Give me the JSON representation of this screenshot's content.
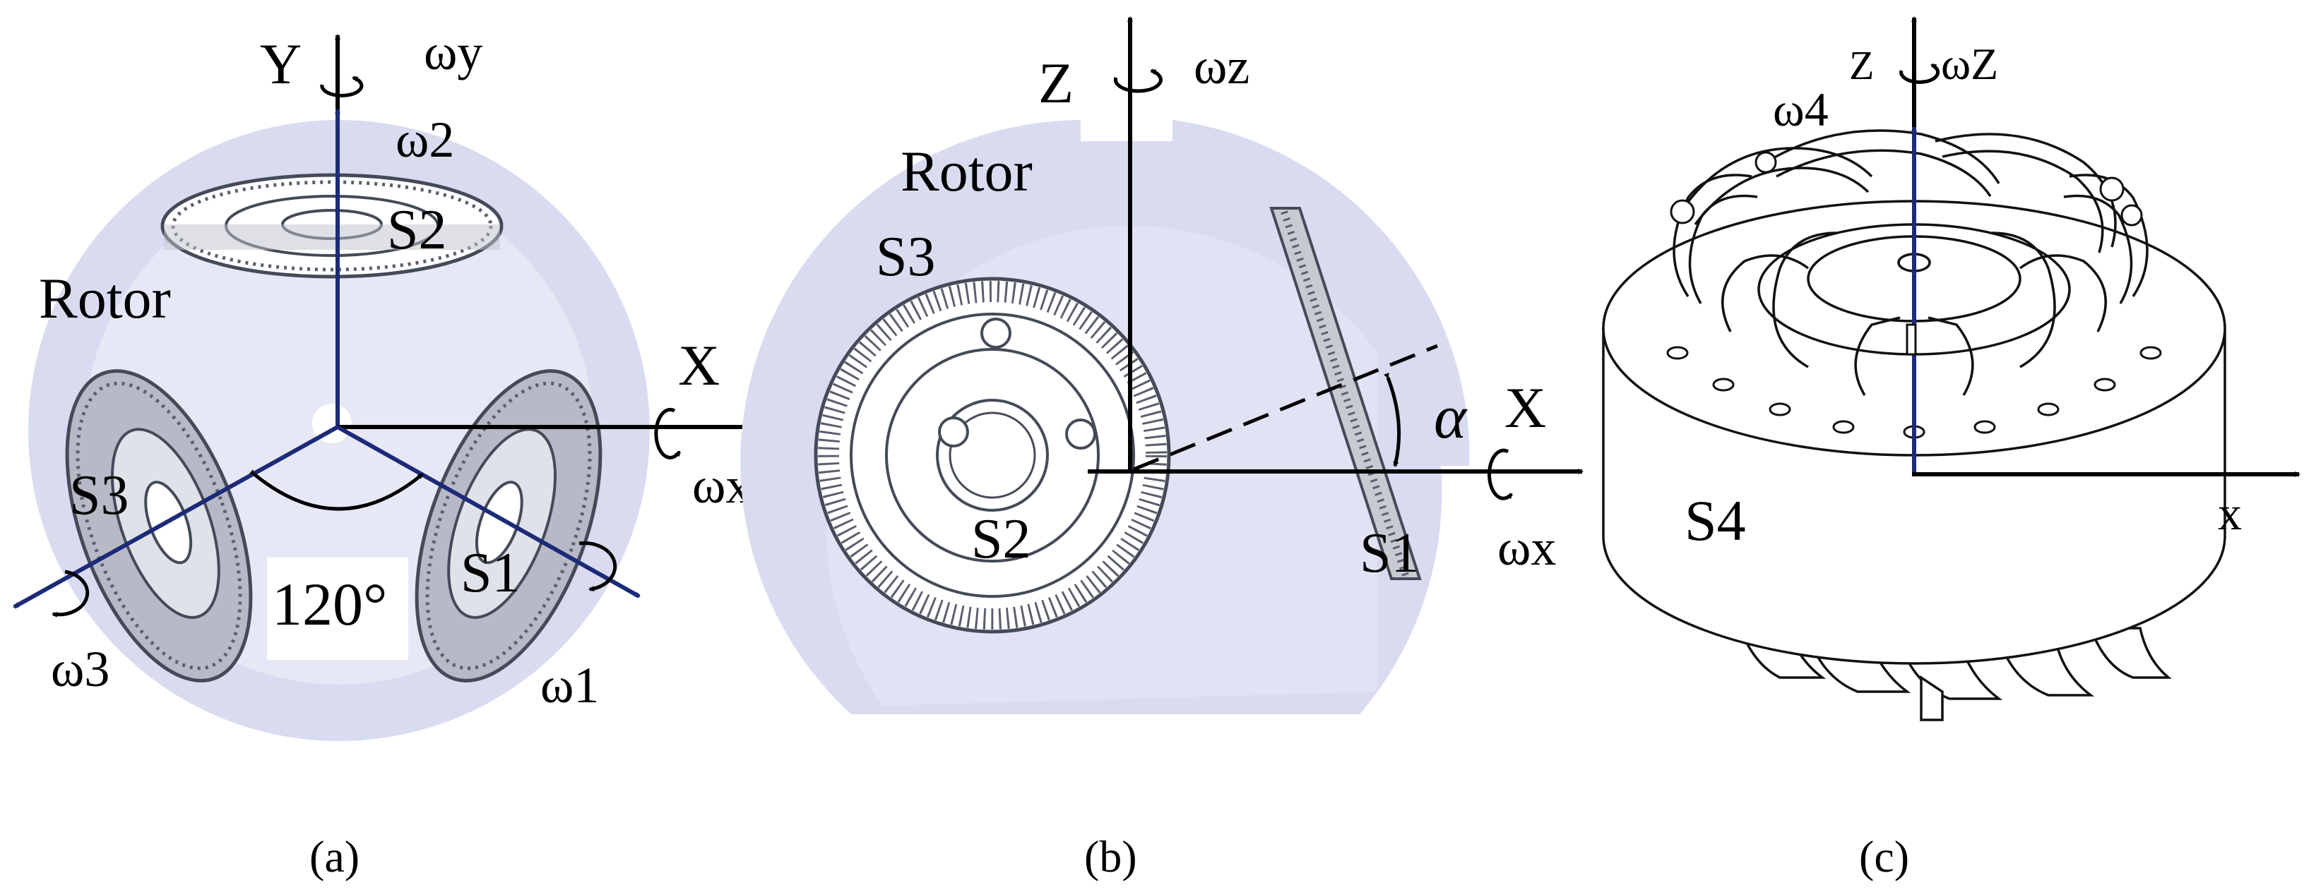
{
  "panels": [
    {
      "caption": "(a)",
      "labels": {
        "y_axis": "Y",
        "omega_y": "ωy",
        "omega_2": "ω2",
        "s2": "S2",
        "rotor": "Rotor",
        "x_axis": "X",
        "omega_x": "ωx",
        "s3": "S3",
        "s1": "S1",
        "angle": "120°",
        "omega_3": "ω3",
        "omega_1": "ω1"
      }
    },
    {
      "caption": "(b)",
      "labels": {
        "z_axis": "Z",
        "omega_z": "ωz",
        "rotor": "Rotor",
        "s3": "S3",
        "s2": "S2",
        "alpha": "α",
        "x_axis": "X",
        "s1": "S1",
        "omega_x": "ωx"
      }
    },
    {
      "caption": "(c)",
      "labels": {
        "z_axis": "Z",
        "omega_z": "ωZ",
        "omega_4": "ω4",
        "s4": "S4",
        "x_axis": "x"
      }
    }
  ],
  "colors": {
    "rotor_fill": "#d9dcf0",
    "rotor_inner": "#e4e6f5",
    "axis_blue": "#1c2a78",
    "axis_black": "#000000",
    "gear_gray": "#444a58"
  }
}
